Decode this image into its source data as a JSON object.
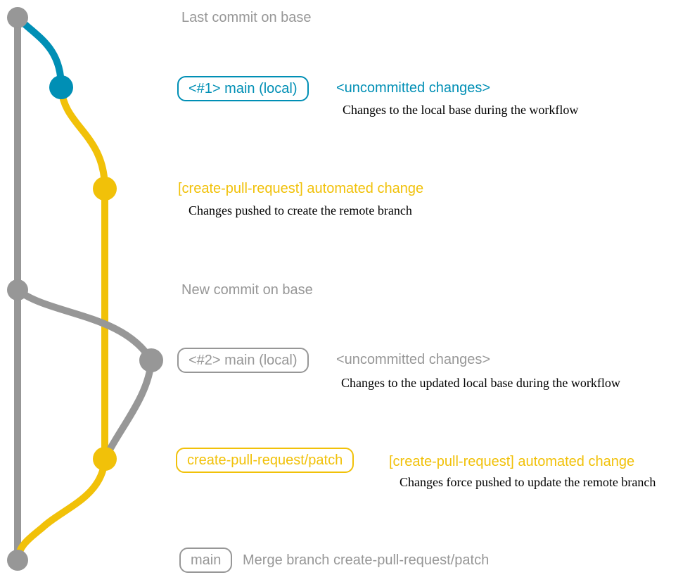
{
  "colors": {
    "gray": "#979797",
    "blue": "#008fb5",
    "yellow": "#f1c109",
    "description_text": "#000000",
    "background": "#ffffff"
  },
  "commits": [
    {
      "name": "last-commit-on-base",
      "color": "#979797"
    },
    {
      "name": "local-main-commit-1",
      "color": "#008fb5"
    },
    {
      "name": "patch-branch-commit-1",
      "color": "#f1c109"
    },
    {
      "name": "new-commit-on-base",
      "color": "#979797"
    },
    {
      "name": "local-main-commit-2",
      "color": "#979797"
    },
    {
      "name": "patch-branch-commit-2",
      "color": "#f1c109"
    },
    {
      "name": "merge-commit",
      "color": "#979797"
    }
  ],
  "rows": {
    "row1": {
      "label": "Last commit on base"
    },
    "row2": {
      "badge": "<#1> main (local)",
      "note": "<uncommitted changes>",
      "desc": "Changes to the local base during the workflow"
    },
    "row3": {
      "message": "[create-pull-request] automated change",
      "desc": "Changes pushed to create the remote branch"
    },
    "row4": {
      "label": "New commit on base"
    },
    "row5": {
      "badge": "<#2> main (local)",
      "note": "<uncommitted changes>",
      "desc": "Changes to the updated local base during the workflow"
    },
    "row6": {
      "badge": "create-pull-request/patch",
      "message": "[create-pull-request] automated change",
      "desc": "Changes force pushed to update the remote branch"
    },
    "row7": {
      "badge": "main",
      "message": "Merge branch create-pull-request/patch"
    }
  }
}
